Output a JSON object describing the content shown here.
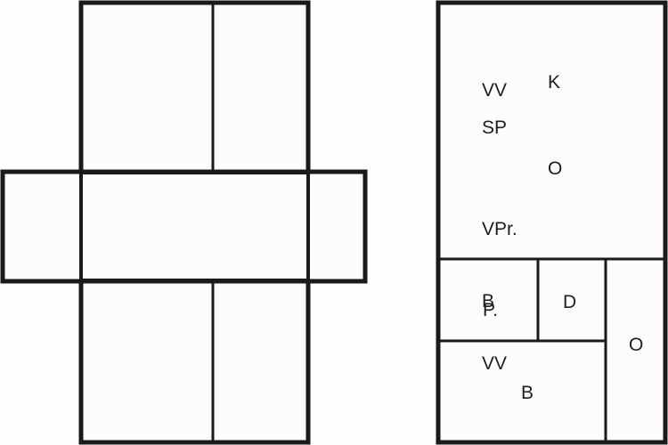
{
  "diagram": {
    "labels": {
      "top_vv": "VV",
      "top_k": "K",
      "top_sp": "SP",
      "top_o": "O",
      "top_vpr": "VPr.",
      "cell_b": "B",
      "cell_p": "P.",
      "cell_d": "D",
      "cell_o_right": "O",
      "bottom_vv": "VV",
      "bottom_b": "B"
    },
    "colors": {
      "line": "#1a1a1a",
      "fill": "#fdfcfa"
    }
  }
}
